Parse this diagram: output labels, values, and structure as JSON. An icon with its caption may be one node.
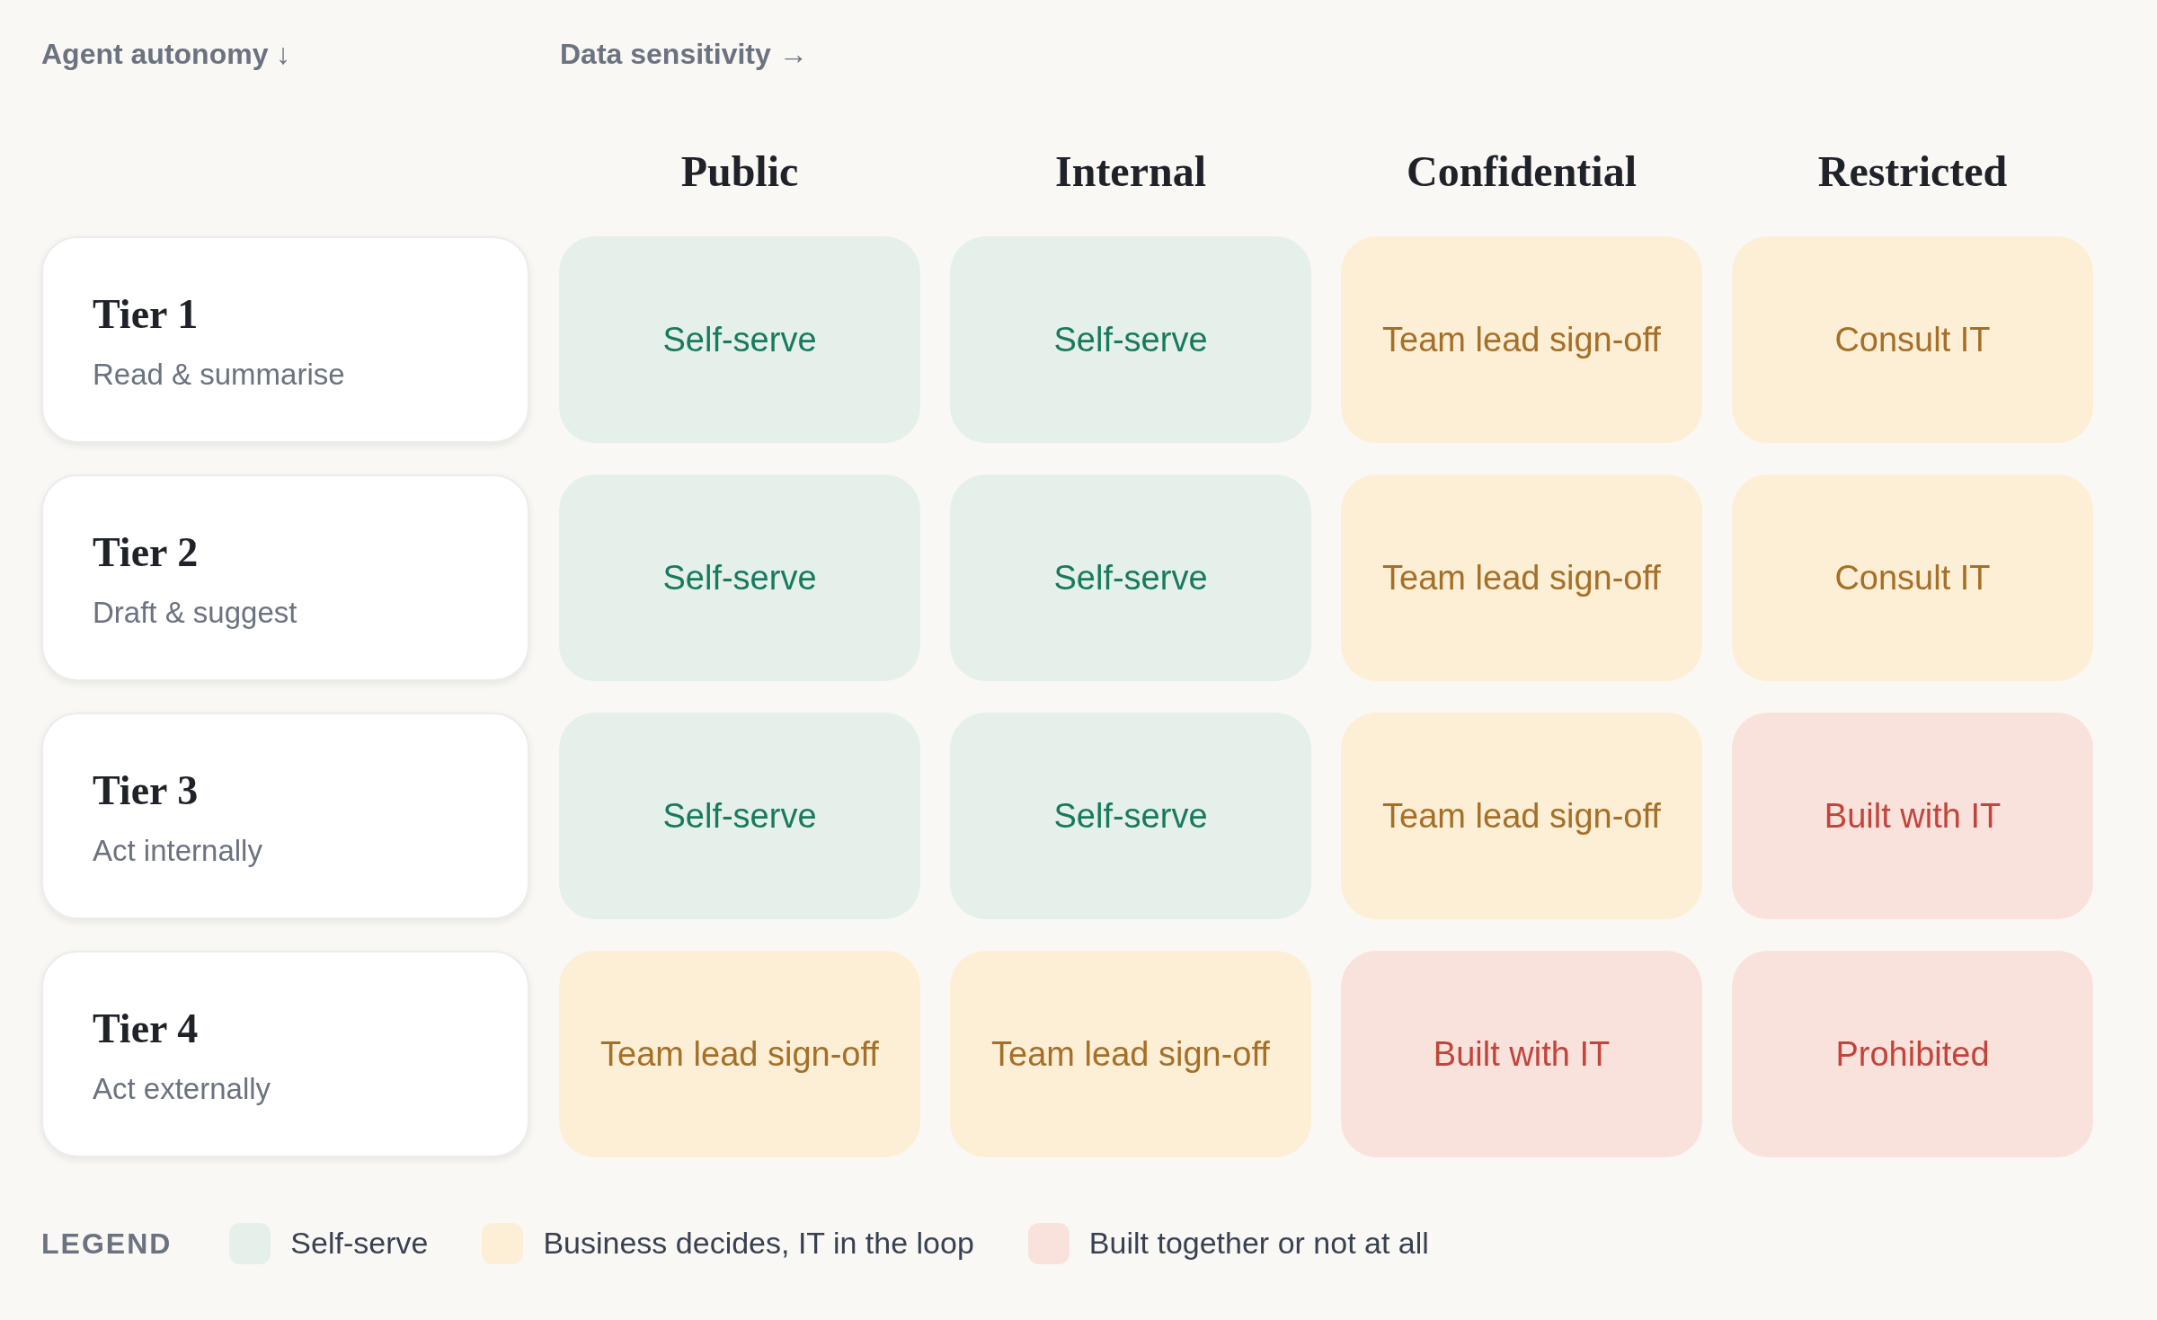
{
  "diagram": {
    "nodes": [
      {
        "text": [
          "Tier 1",
          "Read & summarise"
        ]
      },
      {
        "text": [
          "Self-serve"
        ]
      },
      {
        "text": [
          "Self-serve"
        ]
      },
      {
        "text": [
          "Team lead sign-off"
        ]
      },
      {
        "text": [
          "Consult IT"
        ]
      },
      {
        "text": [
          "Tier 2",
          "Draft & suggest"
        ]
      },
      {
        "text": [
          "Self-serve"
        ]
      },
      {
        "text": [
          "Self-serve"
        ]
      },
      {
        "text": [
          "Team lead sign-off"
        ]
      },
      {
        "text": [
          "Consult IT"
        ]
      },
      {
        "text": [
          "Tier 3",
          "Act internally"
        ]
      },
      {
        "text": [
          "Self-serve"
        ]
      },
      {
        "text": [
          "Self-serve"
        ]
      },
      {
        "text": [
          "Team lead sign-off"
        ]
      },
      {
        "text": [
          "Built with IT"
        ]
      },
      {
        "text": [
          "Tier 4",
          "Act externally"
        ]
      },
      {
        "text": [
          "Team lead sign-off"
        ]
      },
      {
        "text": [
          "Team lead sign-off"
        ]
      },
      {
        "text": [
          "Built with IT"
        ]
      },
      {
        "text": [
          "Prohibited"
        ]
      }
    ],
    "labels": [
      "Agent autonomy ↓",
      "Data sensitivity →",
      "Public",
      "Internal",
      "Confidential",
      "Restricted",
      "LEGEND"
    ],
    "legend": [
      {
        "text": "Self-serve",
        "color": "#e5f0ea"
      },
      {
        "text": "Business decides, IT in the loop",
        "color": "#fcefd5"
      },
      {
        "text": "Built together or not at all",
        "color": "#fae2dc"
      }
    ]
  }
}
